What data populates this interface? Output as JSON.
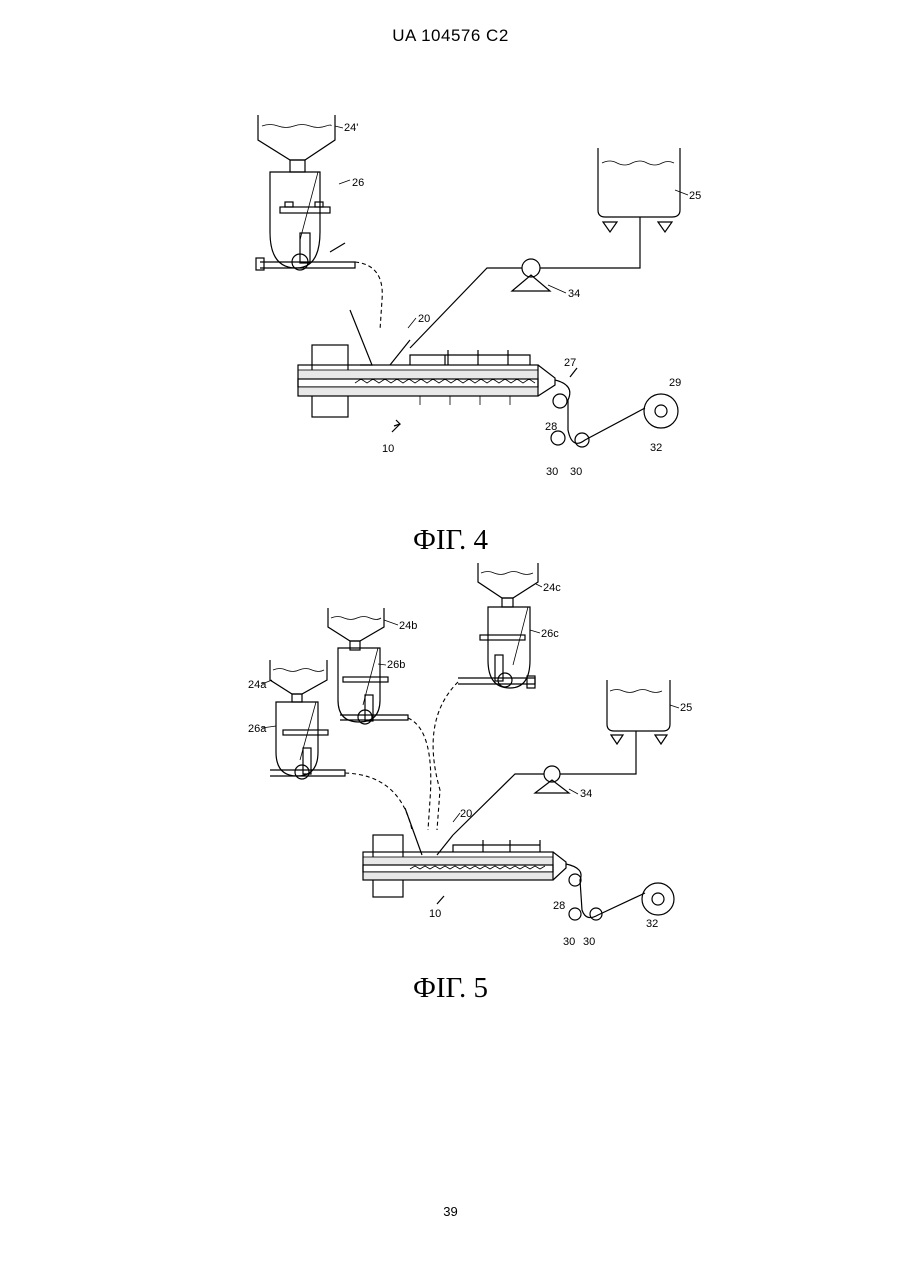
{
  "header": {
    "doc_number": "UA   104576   C2"
  },
  "fig4": {
    "caption": "ФІГ. 4",
    "labels": {
      "l24": "24'",
      "l26": "26",
      "l25": "25",
      "l34": "34",
      "l20": "20",
      "l27": "27",
      "l29": "29",
      "l28": "28",
      "l30a": "30",
      "l30b": "30",
      "l32": "32",
      "l10": "10"
    }
  },
  "fig5": {
    "caption": "ФІГ. 5",
    "labels": {
      "l24c": "24c",
      "l26c": "26c",
      "l24b": "24b",
      "l26b": "26b",
      "l24a": "24a",
      "l26a": "26a",
      "l25": "25",
      "l34": "34",
      "l20": "20",
      "l10": "10",
      "l28": "28",
      "l30a": "30",
      "l30b": "30",
      "l32": "32"
    }
  },
  "page_number": "39"
}
